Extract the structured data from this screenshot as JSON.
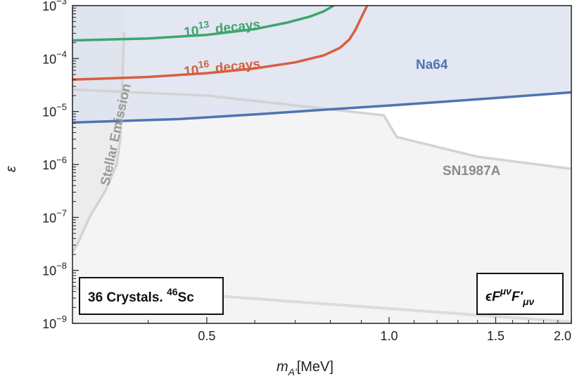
{
  "chart_data": {
    "type": "line",
    "xlabel": "m_A'[MeV]",
    "xlabel_main": "m",
    "xlabel_sub": "A'",
    "xlabel_unit": "[MeV]",
    "ylabel": "ε",
    "xscale": "log",
    "yscale": "log",
    "xlim": [
      0.3,
      2.0
    ],
    "ylim": [
      1e-09,
      0.001
    ],
    "x_ticks": [
      {
        "value": 0.5,
        "label": "0.5"
      },
      {
        "value": 1.0,
        "label": "1.0"
      },
      {
        "value": 1.5,
        "label": "1.5"
      },
      {
        "value": 2.0,
        "label": "2.0"
      }
    ],
    "y_ticks": [
      {
        "value": 0.001,
        "base": "10",
        "exp": "−3"
      },
      {
        "value": 0.0001,
        "base": "10",
        "exp": "−4"
      },
      {
        "value": 1e-05,
        "base": "10",
        "exp": "−5"
      },
      {
        "value": 1e-06,
        "base": "10",
        "exp": "−6"
      },
      {
        "value": 1e-07,
        "base": "10",
        "exp": "−7"
      },
      {
        "value": 1e-08,
        "base": "10",
        "exp": "−8"
      },
      {
        "value": 1e-09,
        "base": "10",
        "exp": "−9"
      }
    ],
    "series": [
      {
        "name": "Na64",
        "color": "#4f74b3",
        "fill": "#dde3ee",
        "x": [
          0.3,
          0.45,
          0.6,
          0.8,
          1.0,
          1.2,
          1.5,
          2.0
        ],
        "y": [
          6.2e-06,
          7.2e-06,
          8.8e-06,
          1.1e-05,
          1.3e-05,
          1.5e-05,
          1.8e-05,
          2.3e-05
        ]
      },
      {
        "name": "10^16 decays",
        "color": "#d65f3e",
        "x": [
          0.3,
          0.4,
          0.5,
          0.6,
          0.7,
          0.78,
          0.83,
          0.86,
          0.88,
          0.9,
          0.92
        ],
        "y": [
          4e-05,
          4.5e-05,
          5.3e-05,
          6.5e-05,
          8.5e-05,
          0.000115,
          0.00016,
          0.00023,
          0.00035,
          0.0006,
          0.001
        ]
      },
      {
        "name": "10^13 decays",
        "color": "#3fa56e",
        "x": [
          0.3,
          0.4,
          0.5,
          0.6,
          0.68,
          0.74,
          0.78,
          0.81
        ],
        "y": [
          0.00022,
          0.00024,
          0.00028,
          0.00036,
          0.00048,
          0.00062,
          0.00078,
          0.001
        ]
      },
      {
        "name": "SN1987A",
        "color": "#d3d3d3",
        "x": [
          0.3,
          0.5,
          0.98,
          1.03,
          1.4,
          2.0
        ],
        "y": [
          2.6e-05,
          2e-05,
          8.5e-06,
          3.3e-06,
          1.4e-06,
          8.3e-07
        ]
      },
      {
        "name": "Stellar Emission",
        "color": "#d3d3d3",
        "x": [
          0.3,
          0.305,
          0.32,
          0.34,
          0.355,
          0.36,
          0.365
        ],
        "y": [
          2.2e-08,
          3e-08,
          1e-07,
          3.2e-07,
          1e-06,
          3.2e-06,
          0.00032
        ]
      }
    ],
    "labels": {
      "na64": "Na64",
      "sn": "SN1987A",
      "stellar": "Stellar Emission",
      "d13_base": "10",
      "d13_exp": "13",
      "d13_word": "decays",
      "d16_base": "10",
      "d16_exp": "16",
      "d16_word": "decays"
    },
    "annotations": {
      "left_box": {
        "prefix": "36 Crystals. ",
        "sup": "46",
        "suffix": "Sc"
      },
      "right_box": {
        "p1": "ϵF",
        "sup1": "μν",
        "p2": "F'",
        "sub2": "μν"
      }
    },
    "colors": {
      "grey_fill": "#f4f4f4",
      "stellar_fill": "#ececec",
      "bottom_curve": "#dcdcdc"
    }
  }
}
